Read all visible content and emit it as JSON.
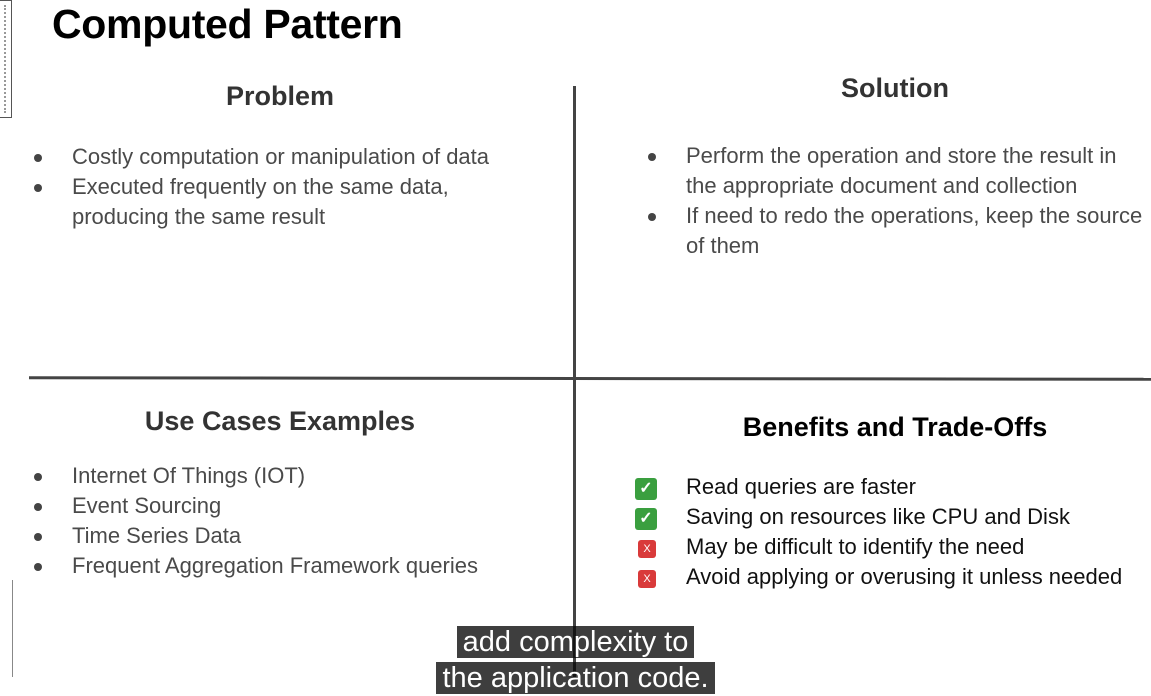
{
  "title": "Computed Pattern",
  "problem": {
    "heading": "Problem",
    "items": [
      "Costly computation or manipulation of data",
      "Executed frequently on the same data, producing the same result"
    ]
  },
  "solution": {
    "heading": "Solution",
    "items": [
      "Perform the operation and store the result in the appropriate document and collection",
      "If need to redo the operations, keep the source of them"
    ]
  },
  "use_cases": {
    "heading": "Use Cases Examples",
    "items": [
      "Internet Of Things (IOT)",
      "Event Sourcing",
      "Time Series Data",
      "Frequent Aggregation Framework queries"
    ]
  },
  "benefits": {
    "heading": "Benefits and Trade-Offs",
    "items": [
      {
        "mark": "✓",
        "type": "benefit",
        "text": "Read queries are faster"
      },
      {
        "mark": "✓",
        "type": "benefit",
        "text": "Saving on resources like CPU and Disk"
      },
      {
        "mark": "X",
        "type": "tradeoff",
        "text": "May be difficult to identify the need"
      },
      {
        "mark": "X",
        "type": "tradeoff",
        "text": "Avoid applying or overusing it unless needed"
      }
    ]
  },
  "captions": [
    "add complexity to",
    "the application code."
  ],
  "colors": {
    "benefit": "#3a9f3f",
    "tradeoff": "#d93a3a",
    "caption_bg": "#080808"
  }
}
